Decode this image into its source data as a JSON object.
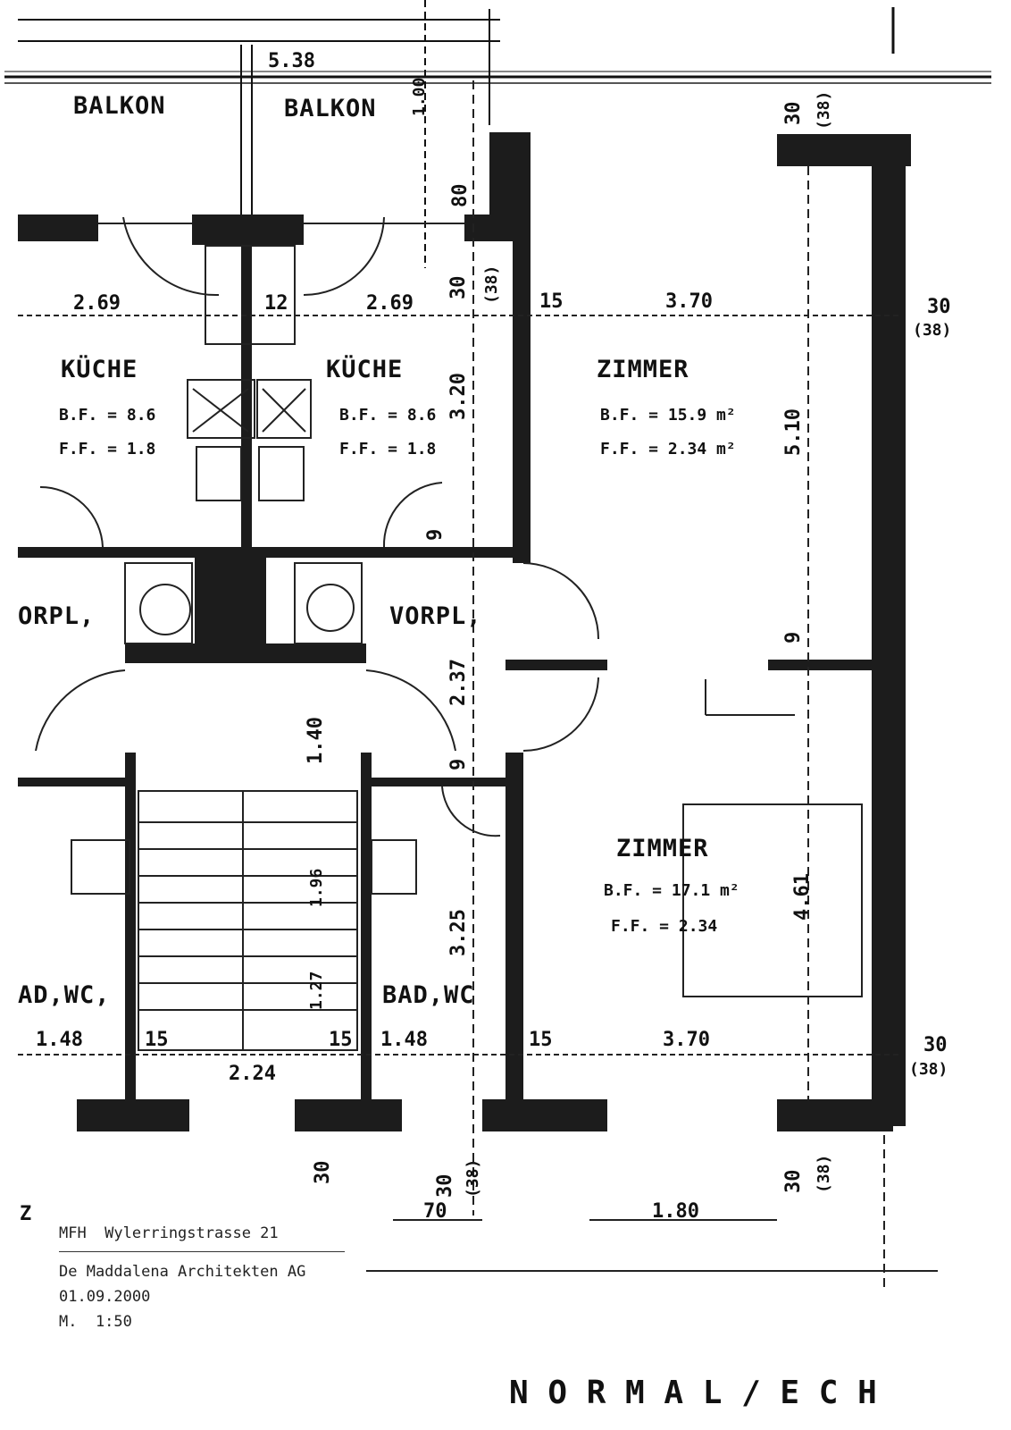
{
  "plan": {
    "rooms": {
      "balkon_left": "BALKON",
      "balkon_right": "BALKON",
      "kueche_left": "KÜCHE",
      "kueche_right": "KÜCHE",
      "zimmer_upper": "ZIMMER",
      "zimmer_lower": "ZIMMER",
      "vorpl_left": "ORPL,",
      "vorpl_right": "VORPL,",
      "badwc_left": "AD,WC,",
      "badwc_right": "BAD,WC"
    },
    "areas": {
      "kueche_left_bf": "B.F. = 8.6",
      "kueche_left_ff": "F.F. = 1.8",
      "kueche_right_bf": "B.F. = 8.6",
      "kueche_right_ff": "F.F. = 1.8",
      "zimmer_upper_bf": "B.F. = 15.9 m²",
      "zimmer_upper_ff": "F.F. = 2.34 m²",
      "zimmer_lower_bf": "B.F. = 17.1 m²",
      "zimmer_lower_ff": "F.F. = 2.34"
    },
    "dimensions": {
      "top_538": "5.38",
      "balkon_100": "1.00",
      "d_80": "80",
      "d_30_top": "30",
      "d_38_top": "(38)",
      "k_269_left": "2.69",
      "k_12": "12",
      "k_269_right": "2.69",
      "d_30_mid": "30",
      "d_38_mid": "(38)",
      "d_15_top": "15",
      "z_370_top": "3.70",
      "r_30_top": "30",
      "r_38_top": "(38)",
      "d_320": "3.20",
      "d_510": "5.10",
      "d_9_a": "9",
      "d_237": "2.37",
      "d_9_b": "9",
      "d_140": "1.40",
      "d_9_c": "9",
      "d_461": "4.61",
      "d_325": "3.25",
      "d_196": "1.96",
      "d_127": "1.27",
      "b_15_a": "15",
      "b_148_left": "1.48",
      "b_15_b": "15",
      "b_148_right": "1.48",
      "b_15_c": "15",
      "z_370_bot": "3.70",
      "r_30_bot": "30",
      "r_38_bot": "(38)",
      "d_224": "2.24",
      "bot_30_a": "30",
      "bot_30_b": "30",
      "bot_38_b": "(38)",
      "bot_30_c": "30",
      "bot_38_c": "(38)",
      "bot_70": "70",
      "bot_180": "1.80"
    },
    "partial_labels": {
      "left_z": "Z",
      "bottom_title": "N O R M A L / E C H"
    }
  },
  "title_block": {
    "project": "MFH  Wylerringstrasse 21",
    "office": "De Maddalena Architekten AG",
    "date": "01.09.2000",
    "scale": "M.  1:50"
  }
}
